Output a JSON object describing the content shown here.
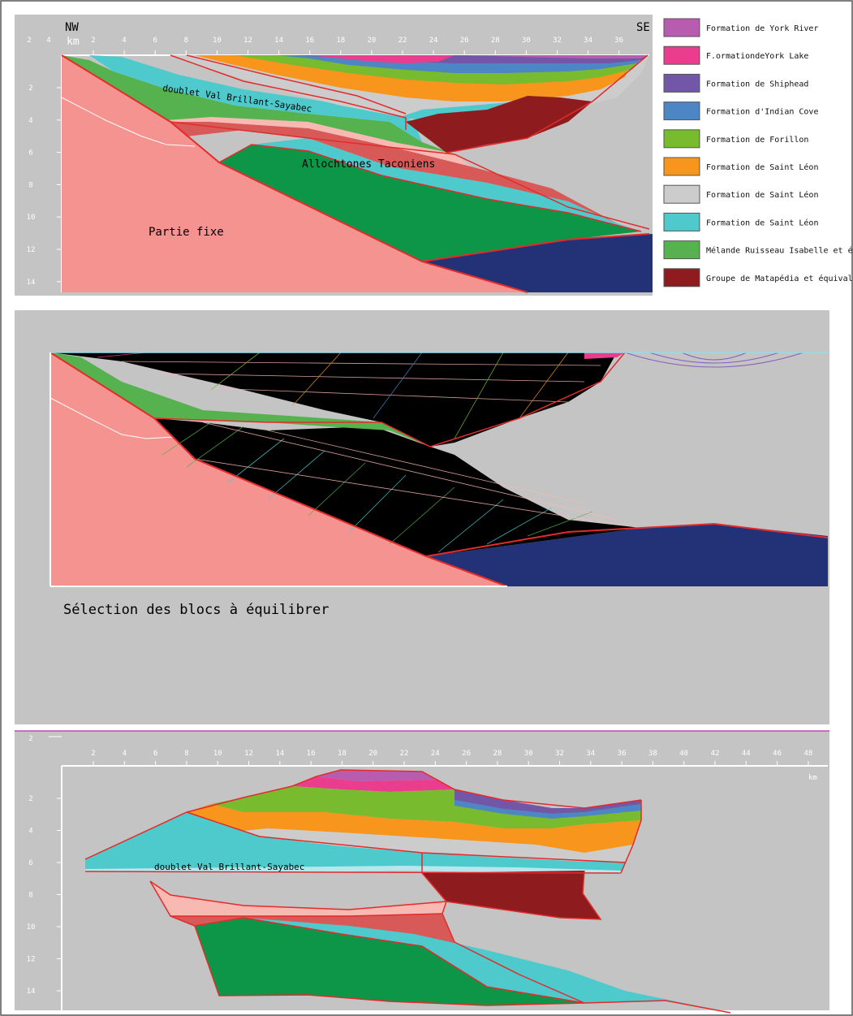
{
  "top_section": {
    "dir_left": "NW",
    "dir_right": "SE",
    "unit": "km",
    "h_ticks": [
      "2",
      "4",
      "6",
      "8",
      "10",
      "12",
      "14",
      "16",
      "18",
      "20",
      "22",
      "24",
      "26",
      "28",
      "30",
      "32",
      "34",
      "36"
    ],
    "v_ticks": [
      "2",
      "4",
      "6",
      "8",
      "10",
      "12",
      "14"
    ],
    "label_doublet": "doublet Val Brillant-Sayabec",
    "label_allochtones": "Allochtones Taconiens",
    "label_fixe": "Partie fixe"
  },
  "legend": [
    {
      "label": "Formation de  York River",
      "color": "#b85cb0"
    },
    {
      "label": "F.ormationdeYork Lake",
      "color": "#ea3d8e"
    },
    {
      "label": "Formation de Shiphead",
      "color": "#7256a8"
    },
    {
      "label": "Formation d'Indian Cove",
      "color": "#4d86c5"
    },
    {
      "label": "Formation de Forillon",
      "color": "#79bb2e"
    },
    {
      "label": "Formation de Saint Léon",
      "color": "#f7951d"
    },
    {
      "label": "Formation de Saint Léon",
      "color": "#cccccc"
    },
    {
      "label": "Formation de Saint Léon",
      "color": "#4ec9cc"
    },
    {
      "label": "Mélande Ruisseau Isabelle  et équivalents",
      "color": "#56b24e"
    },
    {
      "label": "Groupe de Matapédia et équivalents",
      "color": "#8e1c1f"
    }
  ],
  "middle_section": {
    "caption": "Sélection des blocs à équilibrer"
  },
  "bottom_section": {
    "top_ticks": [
      "2"
    ],
    "h_ticks": [
      "2",
      "4",
      "6",
      "8",
      "10",
      "12",
      "14",
      "16",
      "18",
      "20",
      "22",
      "24",
      "26",
      "28",
      "30",
      "32",
      "34",
      "36",
      "38",
      "40",
      "42",
      "44",
      "46",
      "48"
    ],
    "v_ticks": [
      "2",
      "4",
      "6",
      "8",
      "10",
      "12",
      "14"
    ],
    "unit": "km",
    "label_doublet": "doublet Val Brillant-Sayabec"
  },
  "colors": {
    "background_panel": "#c4c4c4",
    "fixe": "#f4938f",
    "red_outline": "#e32b2b",
    "navy": "#233276",
    "green_dark": "#0d9647",
    "salmon_dark": "#d85a58",
    "cyan": "#4ec9cc"
  }
}
